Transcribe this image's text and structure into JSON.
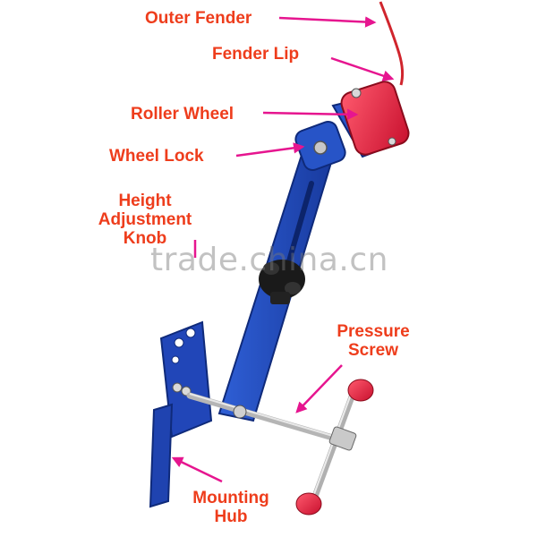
{
  "labels": {
    "outer_fender": "Outer Fender",
    "fender_lip": "Fender Lip",
    "roller_wheel": "Roller Wheel",
    "wheel_lock": "Wheel Lock",
    "height_adjustment": [
      "Height",
      "Adjustment",
      "Knob"
    ],
    "pressure_screw": [
      "Pressure",
      "Screw"
    ],
    "mounting_hub": [
      "Mounting",
      "Hub"
    ]
  },
  "watermark": {
    "text": "trade.china.cn"
  },
  "colors": {
    "label": "#ee3d1c",
    "arrow": "#e6158f",
    "frame_blue": "#1c3fb0",
    "roller_red": "#e8203a",
    "knob_black": "#1a1a1a"
  }
}
